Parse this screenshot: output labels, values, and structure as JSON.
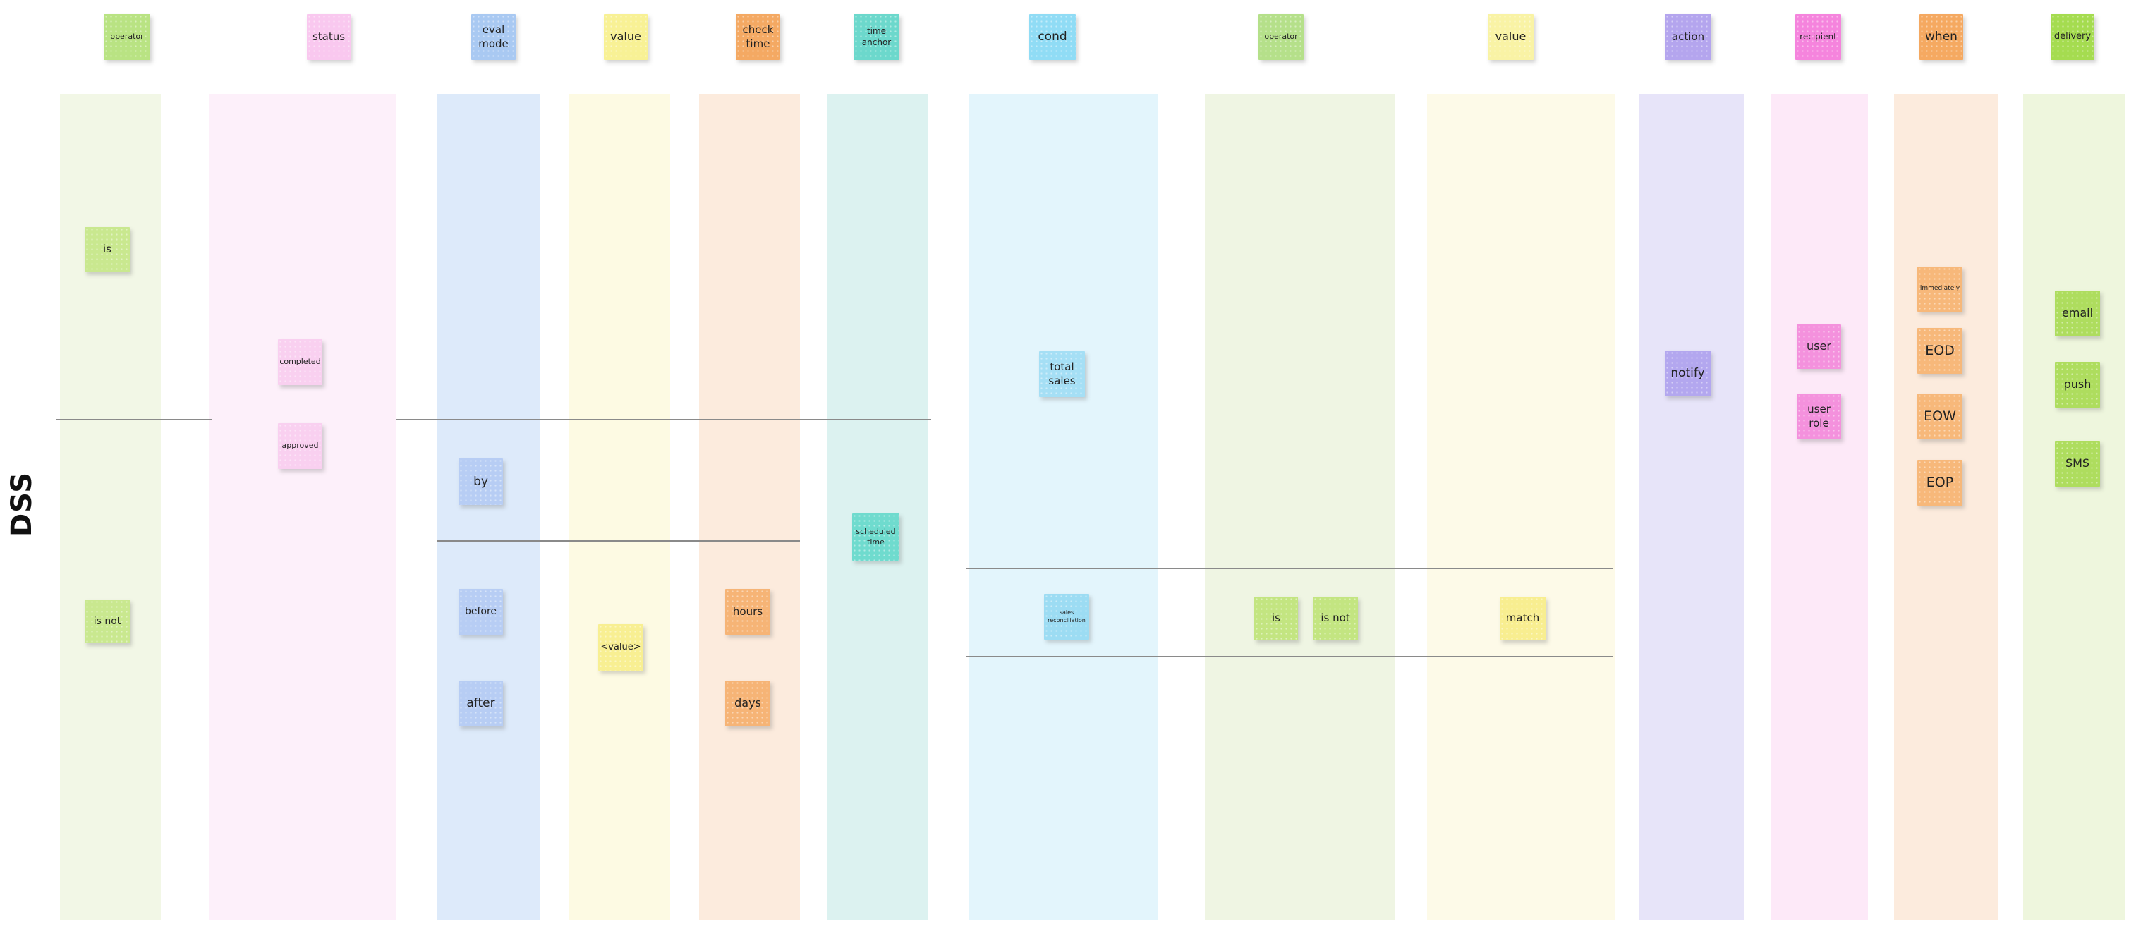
{
  "board": {
    "title": "DSS"
  },
  "line_color": "#8a8a8a",
  "columns": [
    {
      "header": "operator",
      "header_color": "#b9e383",
      "column_color": "#f2f7e6",
      "notes": [
        {
          "label": "is",
          "color": "#c9e88f"
        },
        {
          "label": "is not",
          "color": "#c9e88f"
        }
      ]
    },
    {
      "header": "status",
      "header_color": "#f9c8ef",
      "column_color": "#fdf0fa",
      "notes": [
        {
          "label": "completed",
          "color": "#f9d0f0"
        },
        {
          "label": "approved",
          "color": "#f9d0f0"
        }
      ]
    },
    {
      "header": "eval mode",
      "header_color": "#a9c9f2",
      "column_color": "#ddeafa",
      "notes": [
        {
          "label": "by",
          "color": "#b7cdf4"
        },
        {
          "label": "before",
          "color": "#b7cdf4"
        },
        {
          "label": "after",
          "color": "#b7cdf4"
        }
      ]
    },
    {
      "header": "value",
      "header_color": "#f8f195",
      "column_color": "#fdfae3",
      "notes": [
        {
          "label": "<value>",
          "color": "#f8ef92"
        }
      ]
    },
    {
      "header": "check time",
      "header_color": "#f4a963",
      "column_color": "#fcebdd",
      "notes": [
        {
          "label": "hours",
          "color": "#f6b476"
        },
        {
          "label": "days",
          "color": "#f6b476"
        }
      ]
    },
    {
      "header": "time anchor",
      "header_color": "#6cd8cc",
      "column_color": "#dcf2f0",
      "notes": [
        {
          "label": "scheduled time",
          "color": "#6fdbce"
        }
      ]
    },
    {
      "header": "cond",
      "header_color": "#90dcf5",
      "column_color": "#e3f5fc",
      "notes": [
        {
          "label": "total sales",
          "color": "#a5dff5"
        },
        {
          "label": "sales reconciliation",
          "color": "#9cdcf3"
        }
      ]
    },
    {
      "header": "operator",
      "header_color": "#b5e08a",
      "column_color": "#eff5e3",
      "notes": [
        {
          "label": "is",
          "color": "#c3e581"
        },
        {
          "label": "is not",
          "color": "#c3e581"
        }
      ]
    },
    {
      "header": "value",
      "header_color": "#f9f3a5",
      "column_color": "#fdfae8",
      "notes": [
        {
          "label": "match",
          "color": "#f8ee90"
        }
      ]
    },
    {
      "header": "action",
      "header_color": "#b4a5ee",
      "column_color": "#e7e4f9",
      "notes": [
        {
          "label": "notify",
          "color": "#b3a7ef"
        }
      ]
    },
    {
      "header": "recipient",
      "header_color": "#f584dd",
      "column_color": "#fde9f8",
      "notes": [
        {
          "label": "user",
          "color": "#f491dd"
        },
        {
          "label": "user role",
          "color": "#f491dd"
        }
      ]
    },
    {
      "header": "when",
      "header_color": "#f5a961",
      "column_color": "#fcebdd",
      "notes": [
        {
          "label": "immediately",
          "color": "#f7b87a"
        },
        {
          "label": "EOD",
          "color": "#f7b87a"
        },
        {
          "label": "EOW",
          "color": "#f7b87a"
        },
        {
          "label": "EOP",
          "color": "#f7b87a"
        }
      ]
    },
    {
      "header": "delivery",
      "header_color": "#a5dc50",
      "column_color": "#eef6dd",
      "notes": [
        {
          "label": "email",
          "color": "#aedd5e"
        },
        {
          "label": "push",
          "color": "#aedd5e"
        },
        {
          "label": "SMS",
          "color": "#aedd5e"
        }
      ]
    }
  ]
}
